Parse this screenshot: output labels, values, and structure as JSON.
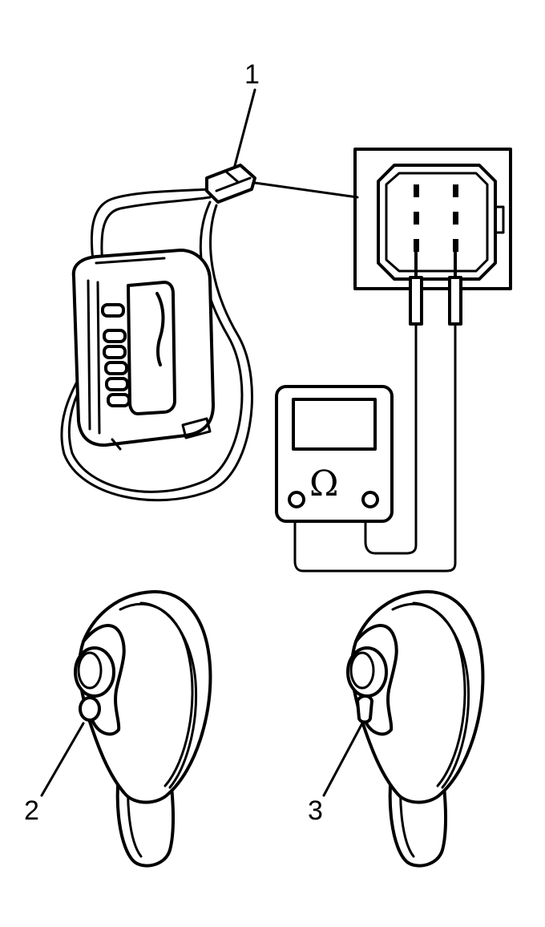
{
  "callouts": {
    "one": "1",
    "two": "2",
    "three": "3"
  },
  "meter": {
    "symbol": "Ω"
  }
}
